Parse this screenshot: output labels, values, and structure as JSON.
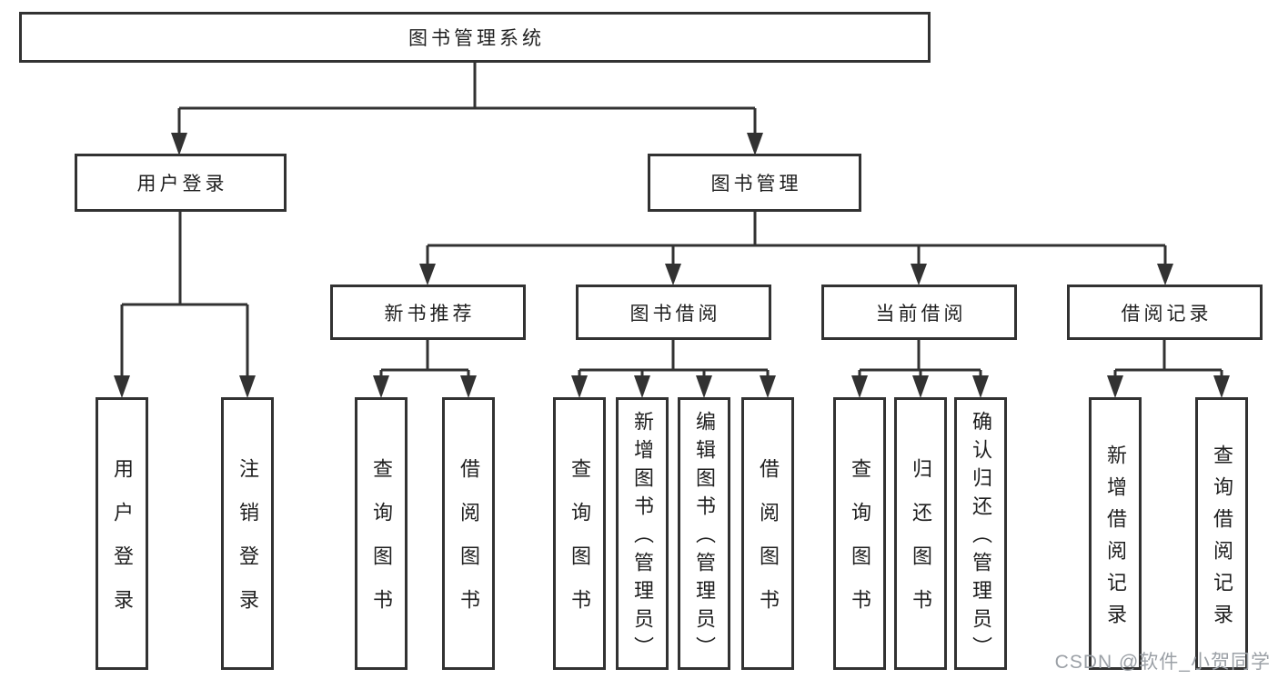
{
  "diagram": {
    "tree": {
      "root": {
        "label": "图书管理系统",
        "children": [
          {
            "label": "用户登录",
            "children": [
              {
                "label": "用户登录"
              },
              {
                "label": "注销登录"
              }
            ]
          },
          {
            "label": "图书管理",
            "children": [
              {
                "label": "新书推荐",
                "children": [
                  {
                    "label": "查询图书"
                  },
                  {
                    "label": "借阅图书"
                  }
                ]
              },
              {
                "label": "图书借阅",
                "children": [
                  {
                    "label": "查询图书"
                  },
                  {
                    "label": "新增图书（管理员）"
                  },
                  {
                    "label": "编辑图书（管理员）"
                  },
                  {
                    "label": "借阅图书"
                  }
                ]
              },
              {
                "label": "当前借阅",
                "children": [
                  {
                    "label": "查询图书"
                  },
                  {
                    "label": "归还图书"
                  },
                  {
                    "label": "确认归还（管理员）"
                  }
                ]
              },
              {
                "label": "借阅记录",
                "children": [
                  {
                    "label": "新增借阅记录"
                  },
                  {
                    "label": "查询借阅记录"
                  }
                ]
              }
            ]
          }
        ]
      }
    },
    "colors": {
      "line": "#323232",
      "text": "#1f1f1f",
      "box_fill": "#ffffff",
      "background": "#ffffff",
      "watermark": "#9ba0a6"
    }
  },
  "watermark": {
    "text": "CSDN @软件_小贺同学"
  }
}
